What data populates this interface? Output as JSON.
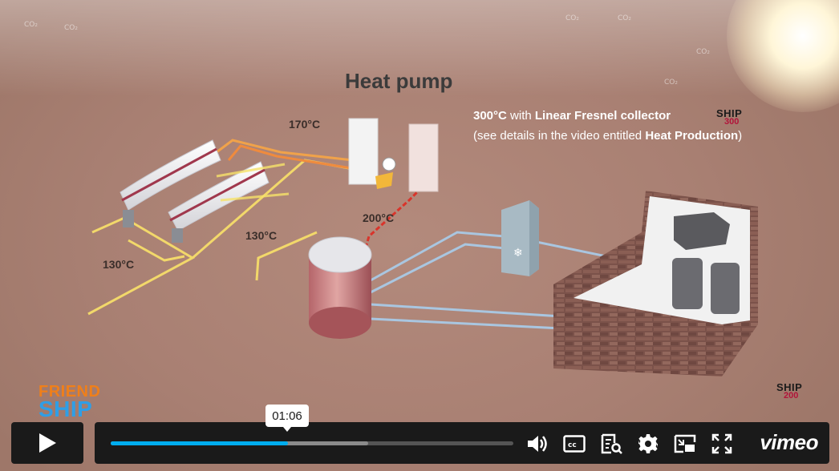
{
  "video": {
    "title": "Heat pump",
    "note_line1": {
      "temp": "300°C",
      "with": " with ",
      "collector": "Linear Fresnel collector"
    },
    "note_line2": {
      "open": "(see details in the video entitled ",
      "video": "Heat Production",
      "close": ")"
    },
    "badge_top": {
      "ship": "SHIP",
      "number": "300"
    },
    "badge_bottom": {
      "ship": "SHIP",
      "number": "200"
    },
    "temperatures": {
      "t170": "170°C",
      "t200": "200°C",
      "t130_mid": "130°C",
      "t130_left": "130°C"
    },
    "co2_label": "CO₂",
    "logo": {
      "line1": "FRIEND",
      "line2": "SHIP"
    }
  },
  "player": {
    "timestamp": "01:06",
    "played_fraction": 0.44,
    "buffered_fraction": 0.64,
    "brand": "vimeo",
    "controls": [
      "volume-icon",
      "captions-icon",
      "transcript-icon",
      "settings-icon",
      "pip-icon",
      "fullscreen-icon"
    ]
  },
  "colors": {
    "progress": "#00adef",
    "bar": "#1a1a1a",
    "hot_pipe": "#d9342b",
    "warm_pipe": "#f0a24a",
    "cool_pipe": "#f2d86a",
    "cold_pipe": "#a9c6e0"
  }
}
